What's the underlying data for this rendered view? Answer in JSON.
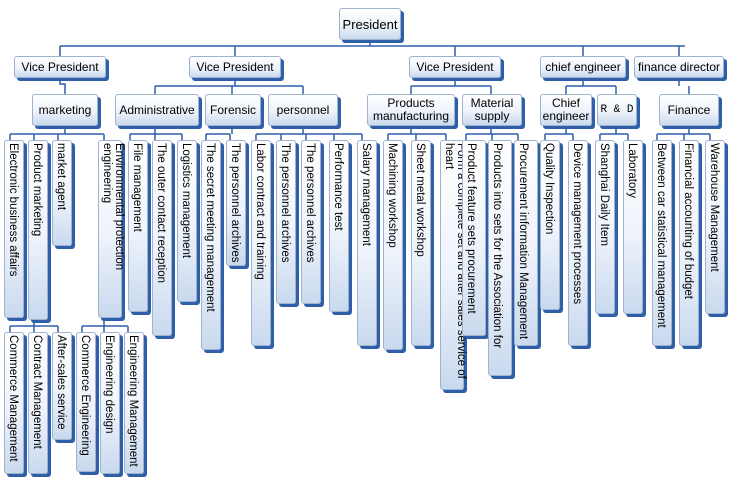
{
  "top": {
    "president": "President",
    "vp1": "Vice President",
    "vp2": "Vice President",
    "vp3": "Vice President",
    "chief_engineer": "chief engineer",
    "finance_director": "finance director"
  },
  "departments": {
    "marketing": "marketing",
    "administrative": "Administrative",
    "forensic": "Forensic",
    "personnel": "personnel",
    "products_manufacturing": "Products manufacturing",
    "material_supply": "Material supply",
    "chief_engineer_dept": "Chief engineer",
    "rd": "R & D",
    "finance": "Finance"
  },
  "marketing_items": [
    "Electronic business affairs",
    "Product marketing",
    "market agent"
  ],
  "marketing_subitems": [
    "Commerce Management",
    "Contract Management",
    "After-sales service"
  ],
  "engineering_items": [
    "Environmental protection engineering"
  ],
  "engineering_subitems": [
    "Commerce Engineering",
    "Engineering design",
    "Engineering Management"
  ],
  "administrative_items": [
    "File management",
    "The outer contact reception",
    "Logistics management"
  ],
  "forensic_items": [
    "The secret meeting management",
    "The personnel archives"
  ],
  "personnel_items": [
    "Labor contract and training",
    "The personnel archives",
    "The personnel archives",
    "Performance test",
    "Salary management"
  ],
  "manufacturing_items": [
    "Machining workshop",
    "Sheet metal workshop",
    "Form a complete set and after sales service of heart"
  ],
  "supply_items": [
    "Product feature sets procurement",
    "Products into sets for the Association for",
    "Procurement information Management"
  ],
  "chief_items": [
    "Quality Inspection",
    "Device management processes"
  ],
  "rd_items": [
    "Shanghai Daily Item",
    "Laboratory"
  ],
  "finance_items": [
    "Between car statistical management",
    "Financial accounting of budget",
    "Warehouse Management"
  ]
}
